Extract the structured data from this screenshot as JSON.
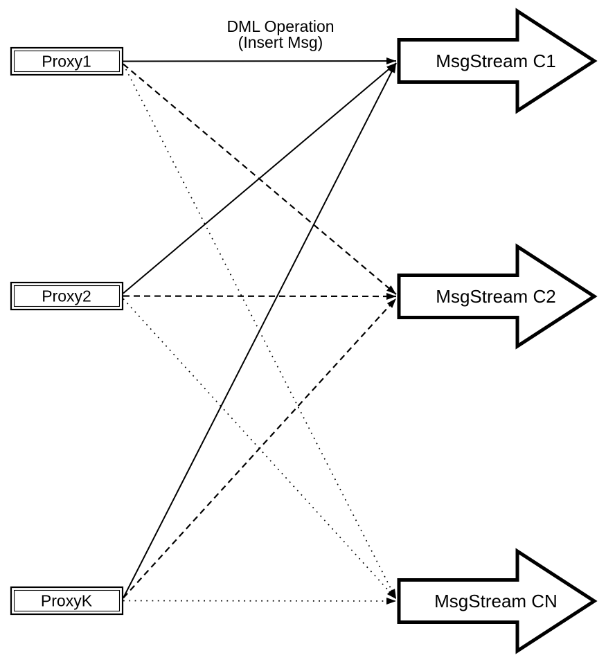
{
  "diagram": {
    "title_line1": "DML Operation",
    "title_line2": "(Insert Msg)",
    "colors": {
      "line": "#000000",
      "fill": "#ffffff"
    },
    "proxies": [
      {
        "id": "proxy1",
        "label": "Proxy1"
      },
      {
        "id": "proxy2",
        "label": "Proxy2"
      },
      {
        "id": "proxyk",
        "label": "ProxyK"
      }
    ],
    "streams": [
      {
        "id": "c1",
        "label": "MsgStream C1"
      },
      {
        "id": "c2",
        "label": "MsgStream C2"
      },
      {
        "id": "cn",
        "label": "MsgStream CN"
      }
    ],
    "edges": [
      {
        "from": "proxy1",
        "to": "c1",
        "style": "solid"
      },
      {
        "from": "proxy1",
        "to": "c2",
        "style": "dashed"
      },
      {
        "from": "proxy1",
        "to": "cn",
        "style": "dotted"
      },
      {
        "from": "proxy2",
        "to": "c1",
        "style": "solid"
      },
      {
        "from": "proxy2",
        "to": "c2",
        "style": "dashed"
      },
      {
        "from": "proxy2",
        "to": "cn",
        "style": "dotted"
      },
      {
        "from": "proxyk",
        "to": "c1",
        "style": "solid"
      },
      {
        "from": "proxyk",
        "to": "c2",
        "style": "dashed"
      },
      {
        "from": "proxyk",
        "to": "cn",
        "style": "dotted"
      }
    ]
  }
}
